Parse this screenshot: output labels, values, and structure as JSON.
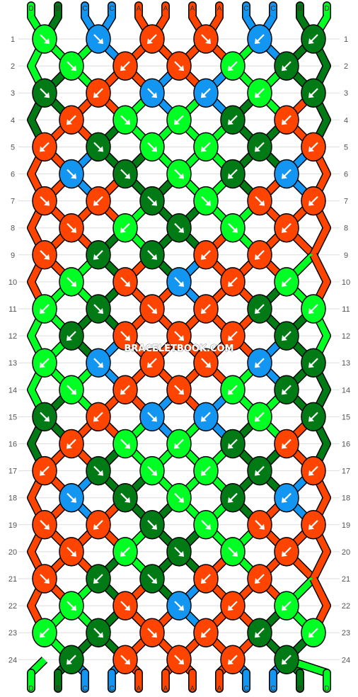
{
  "watermark": "BRACELETBOOK.COM",
  "colors": {
    "D": "#00ff22",
    "B": "#007a14",
    "C": "#1296f2",
    "A": "#ff4400"
  },
  "top_strands": [
    "D",
    "B",
    "C",
    "C",
    "A",
    "A",
    "A",
    "A",
    "C",
    "C",
    "B",
    "D"
  ],
  "bottom_strands": [
    "D",
    "B",
    "C",
    "C",
    "A",
    "A",
    "A",
    "A",
    "C",
    "C",
    "B",
    "D"
  ],
  "row_numbers": [
    "1",
    "2",
    "3",
    "4",
    "5",
    "6",
    "7",
    "8",
    "9",
    "10",
    "11",
    "12",
    "13",
    "14",
    "15",
    "16",
    "17",
    "18",
    "19",
    "20",
    "21",
    "22",
    "23",
    "24"
  ],
  "knots": [
    [
      [
        "D",
        "f"
      ],
      [
        "C",
        "f"
      ],
      [
        "A",
        "b"
      ],
      [
        "A",
        "f"
      ],
      [
        "C",
        "b"
      ],
      [
        "B",
        "b"
      ]
    ],
    [
      [
        "D",
        "f"
      ],
      [
        "A",
        "b"
      ],
      [
        "A",
        "f"
      ],
      [
        "D",
        "b"
      ],
      [
        "B",
        "b"
      ]
    ],
    [
      [
        "B",
        "f"
      ],
      [
        "A",
        "b"
      ],
      [
        "C",
        "f"
      ],
      [
        "C",
        "b"
      ],
      [
        "D",
        "b"
      ],
      [
        "B",
        "b"
      ]
    ],
    [
      [
        "A",
        "b"
      ],
      [
        "D",
        "f"
      ],
      [
        "D",
        "b"
      ],
      [
        "B",
        "b"
      ],
      [
        "A",
        "b"
      ]
    ],
    [
      [
        "A",
        "b"
      ],
      [
        "B",
        "f"
      ],
      [
        "D",
        "f"
      ],
      [
        "D",
        "b"
      ],
      [
        "B",
        "b"
      ],
      [
        "A",
        "b"
      ]
    ],
    [
      [
        "C",
        "f"
      ],
      [
        "B",
        "f"
      ],
      [
        "D",
        "f"
      ],
      [
        "B",
        "b"
      ],
      [
        "C",
        "b"
      ]
    ],
    [
      [
        "A",
        "f"
      ],
      [
        "A",
        "b"
      ],
      [
        "B",
        "f"
      ],
      [
        "D",
        "f"
      ],
      [
        "A",
        "f"
      ],
      [
        "A",
        "b"
      ]
    ],
    [
      [
        "A",
        "f"
      ],
      [
        "D",
        "b"
      ],
      [
        "B",
        "f"
      ],
      [
        "D",
        "f"
      ],
      [
        "A",
        "b"
      ]
    ],
    [
      [
        "A",
        "f"
      ],
      [
        "B",
        "b"
      ],
      [
        "B",
        "f"
      ],
      [
        "A",
        "b"
      ],
      [
        "A",
        "b"
      ]
    ],
    [
      [
        "D",
        "f"
      ],
      [
        "A",
        "f"
      ],
      [
        "C",
        "f"
      ],
      [
        "A",
        "b"
      ],
      [
        "D",
        "b"
      ]
    ],
    [
      [
        "D",
        "b"
      ],
      [
        "B",
        "f"
      ],
      [
        "A",
        "f"
      ],
      [
        "A",
        "b"
      ],
      [
        "B",
        "b"
      ],
      [
        "D",
        "b"
      ]
    ],
    [
      [
        "B",
        "b"
      ],
      [
        "A",
        "f"
      ],
      [
        "A",
        "f"
      ],
      [
        "A",
        "b"
      ],
      [
        "B",
        "b"
      ]
    ],
    [
      [
        "D",
        "b"
      ],
      [
        "C",
        "f"
      ],
      [
        "A",
        "b"
      ],
      [
        "A",
        "f"
      ],
      [
        "C",
        "b"
      ],
      [
        "B",
        "b"
      ]
    ],
    [
      [
        "D",
        "f"
      ],
      [
        "A",
        "b"
      ],
      [
        "A",
        "f"
      ],
      [
        "D",
        "b"
      ],
      [
        "B",
        "b"
      ]
    ],
    [
      [
        "B",
        "f"
      ],
      [
        "A",
        "b"
      ],
      [
        "C",
        "f"
      ],
      [
        "C",
        "b"
      ],
      [
        "D",
        "b"
      ],
      [
        "B",
        "b"
      ]
    ],
    [
      [
        "A",
        "b"
      ],
      [
        "D",
        "f"
      ],
      [
        "D",
        "b"
      ],
      [
        "B",
        "b"
      ],
      [
        "A",
        "b"
      ]
    ],
    [
      [
        "A",
        "b"
      ],
      [
        "B",
        "f"
      ],
      [
        "D",
        "f"
      ],
      [
        "D",
        "b"
      ],
      [
        "B",
        "b"
      ],
      [
        "A",
        "b"
      ]
    ],
    [
      [
        "C",
        "f"
      ],
      [
        "B",
        "f"
      ],
      [
        "D",
        "f"
      ],
      [
        "B",
        "b"
      ],
      [
        "C",
        "b"
      ]
    ],
    [
      [
        "A",
        "f"
      ],
      [
        "A",
        "b"
      ],
      [
        "B",
        "f"
      ],
      [
        "D",
        "f"
      ],
      [
        "A",
        "f"
      ],
      [
        "A",
        "b"
      ]
    ],
    [
      [
        "A",
        "f"
      ],
      [
        "D",
        "b"
      ],
      [
        "B",
        "f"
      ],
      [
        "D",
        "f"
      ],
      [
        "A",
        "b"
      ]
    ],
    [
      [
        "A",
        "f"
      ],
      [
        "B",
        "b"
      ],
      [
        "B",
        "f"
      ],
      [
        "A",
        "b"
      ],
      [
        "A",
        "b"
      ]
    ],
    [
      [
        "D",
        "f"
      ],
      [
        "A",
        "f"
      ],
      [
        "C",
        "f"
      ],
      [
        "A",
        "b"
      ],
      [
        "D",
        "b"
      ]
    ],
    [
      [
        "D",
        "b"
      ],
      [
        "B",
        "f"
      ],
      [
        "A",
        "f"
      ],
      [
        "A",
        "b"
      ],
      [
        "B",
        "b"
      ],
      [
        "D",
        "b"
      ]
    ],
    [
      [
        "B",
        "b"
      ],
      [
        "A",
        "f"
      ],
      [
        "A",
        "f"
      ],
      [
        "A",
        "b"
      ],
      [
        "B",
        "b"
      ]
    ]
  ]
}
